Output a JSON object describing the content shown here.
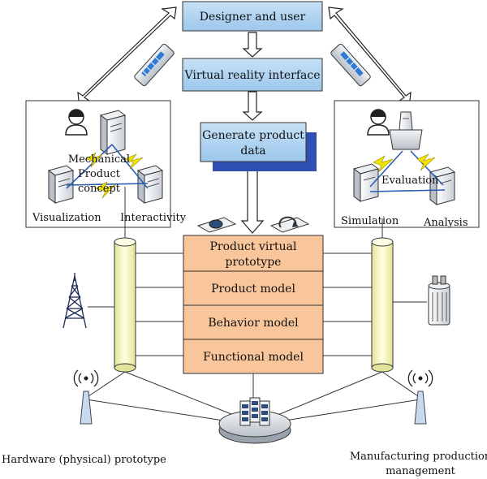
{
  "top_box": "Designer and user",
  "vr_interface": "Virtual reality interface",
  "generate_data": [
    "Generate product",
    "data"
  ],
  "left_panel": {
    "concept": [
      "Mechanical",
      "Product",
      "concept"
    ],
    "visualization": "Visualization",
    "interactivity": "Interactivity"
  },
  "right_panel": {
    "evaluation": "Evaluation",
    "simulation": "Simulation",
    "analysis": "Analysis"
  },
  "stack": {
    "prototype": [
      "Product virtual",
      "prototype"
    ],
    "product_model": "Product model",
    "behavior_model": "Behavior model",
    "functional_model": "Functional model"
  },
  "bottom_left_label": "Hardware (physical) prototype",
  "bottom_right_label": [
    "Manufacturing production",
    "management"
  ],
  "colors": {
    "blue_box": "#a9cfee",
    "blue_shadow": "#2f4fb2",
    "orange_box": "#f9c59a",
    "cylinder": "#f5f5bf",
    "lightning": "#f2e200"
  }
}
